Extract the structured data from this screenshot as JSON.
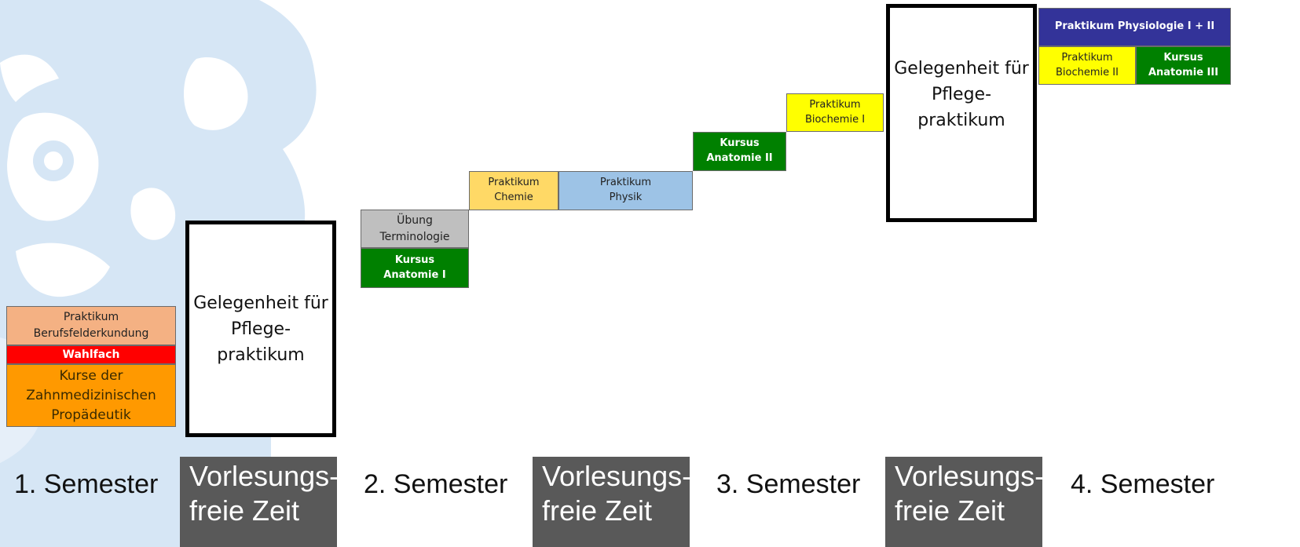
{
  "colors": {
    "salmon": "#f4b183",
    "red": "#ff0000",
    "orange": "#ff9900",
    "grey": "#bfbfbf",
    "green": "#008000",
    "light_orange": "#ffd966",
    "light_blue": "#9dc3e6",
    "yellow": "#ffff00",
    "indigo": "#333399",
    "dark_grey": "#595959",
    "watermark": "#d6e6f5"
  },
  "semester1": {
    "praktikum_berufsfelderkundung": [
      "Praktikum",
      "Berufsfelderkundung"
    ],
    "wahlfach": "Wahlfach",
    "kurse_propaedeutik": [
      "Kurse der",
      "Zahnmedizinischen",
      "Propädeutik"
    ]
  },
  "pflege_box": [
    "Gelegenheit",
    "für",
    "Pflege-",
    "praktikum"
  ],
  "semester2": {
    "uebung_terminologie": [
      "Übung",
      "Terminologie"
    ],
    "kursus_anatomie_1": [
      "Kursus",
      "Anatomie I"
    ],
    "praktikum_chemie": [
      "Praktikum",
      "Chemie"
    ],
    "praktikum_physik": [
      "Praktikum",
      "Physik"
    ]
  },
  "semester3": {
    "kursus_anatomie_2": [
      "Kursus",
      "Anatomie II"
    ],
    "praktikum_biochemie_1": [
      "Praktikum",
      "Biochemie I"
    ]
  },
  "semester4": {
    "praktikum_physiologie": "Praktikum Physiologie I + II",
    "praktikum_biochemie_2": [
      "Praktikum",
      "Biochemie II"
    ],
    "kursus_anatomie_3": [
      "Kursus",
      "Anatomie III"
    ]
  },
  "timeline": {
    "semester_1": "1. Semester",
    "semester_2": "2. Semester",
    "semester_3": "3. Semester",
    "semester_4": "4. Semester",
    "vorlesungsfreie_zeit": [
      "Vorlesungs-",
      "freie Zeit"
    ]
  }
}
